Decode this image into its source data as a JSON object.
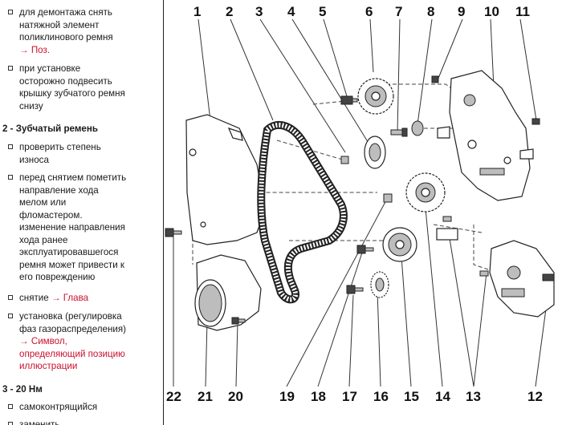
{
  "left_panel": {
    "item1": {
      "lines": [
        "для демонтажа снять",
        "натяжной элемент",
        "поликлинового ремня"
      ],
      "link": "→ Поз."
    },
    "item2": {
      "lines": [
        "при установке",
        "осторожно подвесить",
        "крышку зубчатого ремня",
        "снизу"
      ]
    },
    "section2": "2 - Зубчатый ремень",
    "item3": {
      "lines": [
        "проверить степень",
        "износа"
      ]
    },
    "item4": {
      "lines": [
        "перед снятием пометить",
        "направление хода",
        "мелом или",
        "фломастером.",
        "изменение направления",
        "хода ранее",
        "эксплуатировавшегося",
        "ремня может привести к",
        "его повреждению"
      ]
    },
    "item5": {
      "text": "снятие",
      "link": "→ Глава"
    },
    "item6": {
      "lines": [
        "установка (регулировка",
        "фаз газораспределения)"
      ],
      "link_lines": [
        "→ Символ,",
        "определяющий позицию",
        "иллюстрации"
      ]
    },
    "section3": "3 - 20 Нм",
    "item7": {
      "text": "самоконтрящийся"
    },
    "item8": {
      "text": "заменить"
    }
  },
  "diagram": {
    "top_numbers": [
      "1",
      "2",
      "3",
      "4",
      "5",
      "6",
      "7",
      "8",
      "9",
      "10",
      "11"
    ],
    "bottom_numbers": [
      "22",
      "21",
      "20",
      "19",
      "18",
      "17",
      "16",
      "15",
      "14",
      "13",
      "12"
    ]
  }
}
